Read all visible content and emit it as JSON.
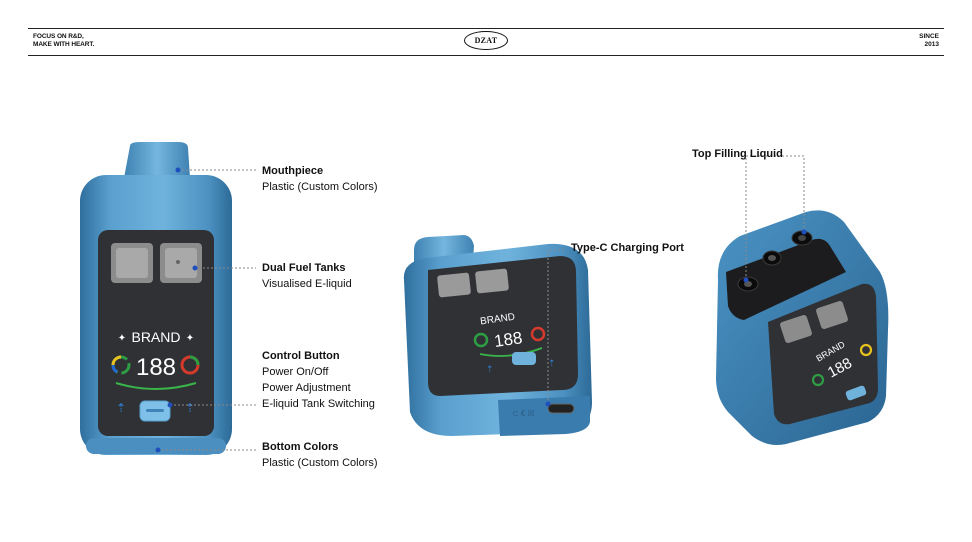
{
  "header": {
    "tagline_line1": "FOCUS ON R&D,",
    "tagline_line2": "MAKE WITH HEART.",
    "logo": "DZAT",
    "since_line1": "SINCE",
    "since_line2": "2013"
  },
  "device": {
    "brand": "BRAND",
    "display_digits": "188"
  },
  "callouts": {
    "mouthpiece": {
      "title": "Mouthpiece",
      "desc": [
        "Plastic (Custom Colors)"
      ]
    },
    "tanks": {
      "title": "Dual Fuel Tanks",
      "desc": [
        "Visualised E-liquid"
      ]
    },
    "control": {
      "title": "Control Button",
      "desc": [
        "Power On/Off",
        "Power Adjustment",
        "E-liquid Tank Switching"
      ]
    },
    "bottom": {
      "title": "Bottom Colors",
      "desc": [
        "Plastic (Custom Colors)"
      ]
    },
    "typec": {
      "title": "Type-C Charging Port"
    },
    "topfill": {
      "title": "Top Filling Liquid"
    }
  },
  "colors": {
    "device_blue": "#3f86b8",
    "device_light": "#6fb0d8",
    "screen": "#2f3033",
    "leader": "#8a8a8a",
    "dot": "#1f4fbf"
  }
}
